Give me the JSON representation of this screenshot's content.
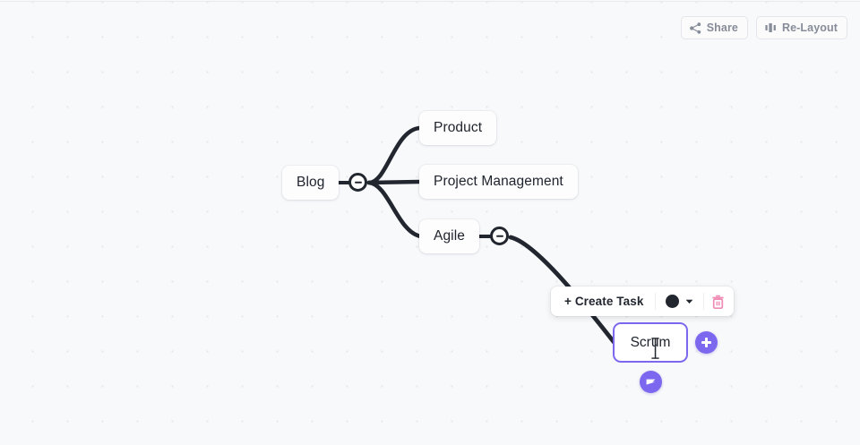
{
  "app": {
    "view": "mindmap-canvas",
    "background_color": "#f8f9fb",
    "accent_color": "#7b68ee",
    "node_text_color": "#20242e",
    "edge_color": "#22262f",
    "danger_color": "#ef8bb4"
  },
  "top_toolbar": {
    "buttons": [
      {
        "label": "Share",
        "icon": "share-icon"
      },
      {
        "label": "Re-Layout",
        "icon": "re-layout-icon"
      }
    ]
  },
  "mindmap": {
    "nodes": [
      {
        "id": "blog",
        "label": "Blog",
        "selected": false
      },
      {
        "id": "product",
        "label": "Product",
        "selected": false
      },
      {
        "id": "project-mgmt",
        "label": "Project Management",
        "selected": false
      },
      {
        "id": "agile",
        "label": "Agile",
        "selected": false
      },
      {
        "id": "scrum",
        "label": "Scrum",
        "selected": true
      }
    ],
    "toggles": [
      {
        "id": "toggle-blog",
        "state": "expanded",
        "glyph": "minus"
      },
      {
        "id": "toggle-agile",
        "state": "expanded",
        "glyph": "minus"
      }
    ]
  },
  "context_toolbar": {
    "create_task_label": "+ Create Task",
    "color_swatch_value": "#22262f",
    "color_dropdown_icon": "chevron-down-icon",
    "delete_icon": "trash-icon"
  },
  "node_actions": {
    "add_child_label": "+",
    "add_child_icon": "plus-icon",
    "task_badge_icon": "task-convert-icon"
  }
}
